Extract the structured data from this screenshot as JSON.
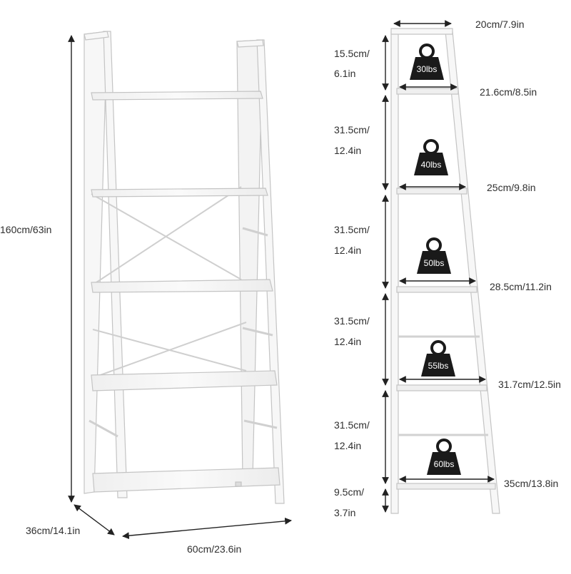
{
  "front_view": {
    "height_label": "160cm/63in",
    "depth_label": "36cm/14.1in",
    "width_label": "60cm/23.6in"
  },
  "side_view": {
    "top_width_label": "20cm/7.9in",
    "shelf_widths": [
      "21.6cm/8.5in",
      "25cm/9.8in",
      "28.5cm/11.2in",
      "31.7cm/12.5in",
      "35cm/13.8in"
    ],
    "spacings": [
      {
        "cm": "15.5cm/",
        "in": "6.1in"
      },
      {
        "cm": "31.5cm/",
        "in": "12.4in"
      },
      {
        "cm": "31.5cm/",
        "in": "12.4in"
      },
      {
        "cm": "31.5cm/",
        "in": "12.4in"
      },
      {
        "cm": "31.5cm/",
        "in": "12.4in"
      },
      {
        "cm": "9.5cm/",
        "in": "3.7in"
      }
    ],
    "weights": [
      "30lbs",
      "40lbs",
      "50lbs",
      "55lbs",
      "60lbs"
    ]
  },
  "colors": {
    "frame": "#f4f4f4",
    "frame_edge": "#c9c9c9",
    "arrow": "#222222",
    "weight_fill": "#1a1a1a"
  }
}
